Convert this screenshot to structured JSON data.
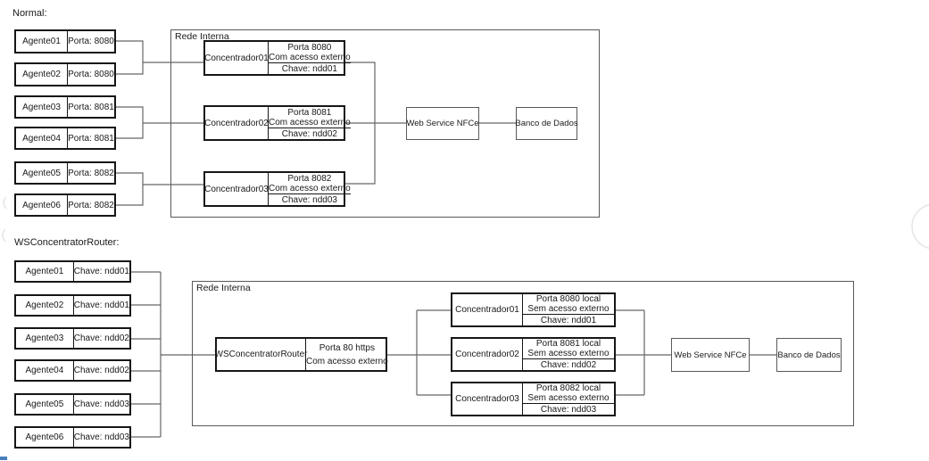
{
  "page": {
    "normal_title": "Normal:",
    "router_title": "WSConcentratorRouter:"
  },
  "normal": {
    "rede_label": "Rede Interna",
    "agents": [
      {
        "name": "Agente01",
        "value": "Porta: 8080"
      },
      {
        "name": "Agente02",
        "value": "Porta: 8080"
      },
      {
        "name": "Agente03",
        "value": "Porta: 8081"
      },
      {
        "name": "Agente04",
        "value": "Porta: 8081"
      },
      {
        "name": "Agente05",
        "value": "Porta: 8082"
      },
      {
        "name": "Agente06",
        "value": "Porta: 8082"
      }
    ],
    "concentrators": [
      {
        "name": "Concentrador01",
        "line1": "Porta 8080",
        "line2": "Com acesso externo",
        "chave": "Chave: ndd01"
      },
      {
        "name": "Concentrador02",
        "line1": "Porta 8081",
        "line2": "Com acesso externo",
        "chave": "Chave: ndd02"
      },
      {
        "name": "Concentrador03",
        "line1": "Porta 8082",
        "line2": "Com acesso externo",
        "chave": "Chave: ndd03"
      }
    ],
    "web_service": "Web Service NFCe",
    "database": "Banco de Dados"
  },
  "router": {
    "rede_label": "Rede Interna",
    "agents": [
      {
        "name": "Agente01",
        "value": "Chave: ndd01"
      },
      {
        "name": "Agente02",
        "value": "Chave: ndd01"
      },
      {
        "name": "Agente03",
        "value": "Chave: ndd02"
      },
      {
        "name": "Agente04",
        "value": "Chave: ndd02"
      },
      {
        "name": "Agente05",
        "value": "Chave: ndd03"
      },
      {
        "name": "Agente06",
        "value": "Chave: ndd03"
      }
    ],
    "router_box": {
      "name": "WSConcentratorRouter",
      "line1": "Porta 80 https",
      "line2": "Com acesso externo"
    },
    "concentrators": [
      {
        "name": "Concentrador01",
        "line1": "Porta 8080 local",
        "line2": "Sem acesso externo",
        "chave": "Chave: ndd01"
      },
      {
        "name": "Concentrador02",
        "line1": "Porta 8081 local",
        "line2": "Sem acesso externo",
        "chave": "Chave: ndd02"
      },
      {
        "name": "Concentrador03",
        "line1": "Porta 8082 local",
        "line2": "Sem acesso externo",
        "chave": "Chave: ndd03"
      }
    ],
    "web_service": "Web Service NFCe",
    "database": "Banco de Dados"
  }
}
